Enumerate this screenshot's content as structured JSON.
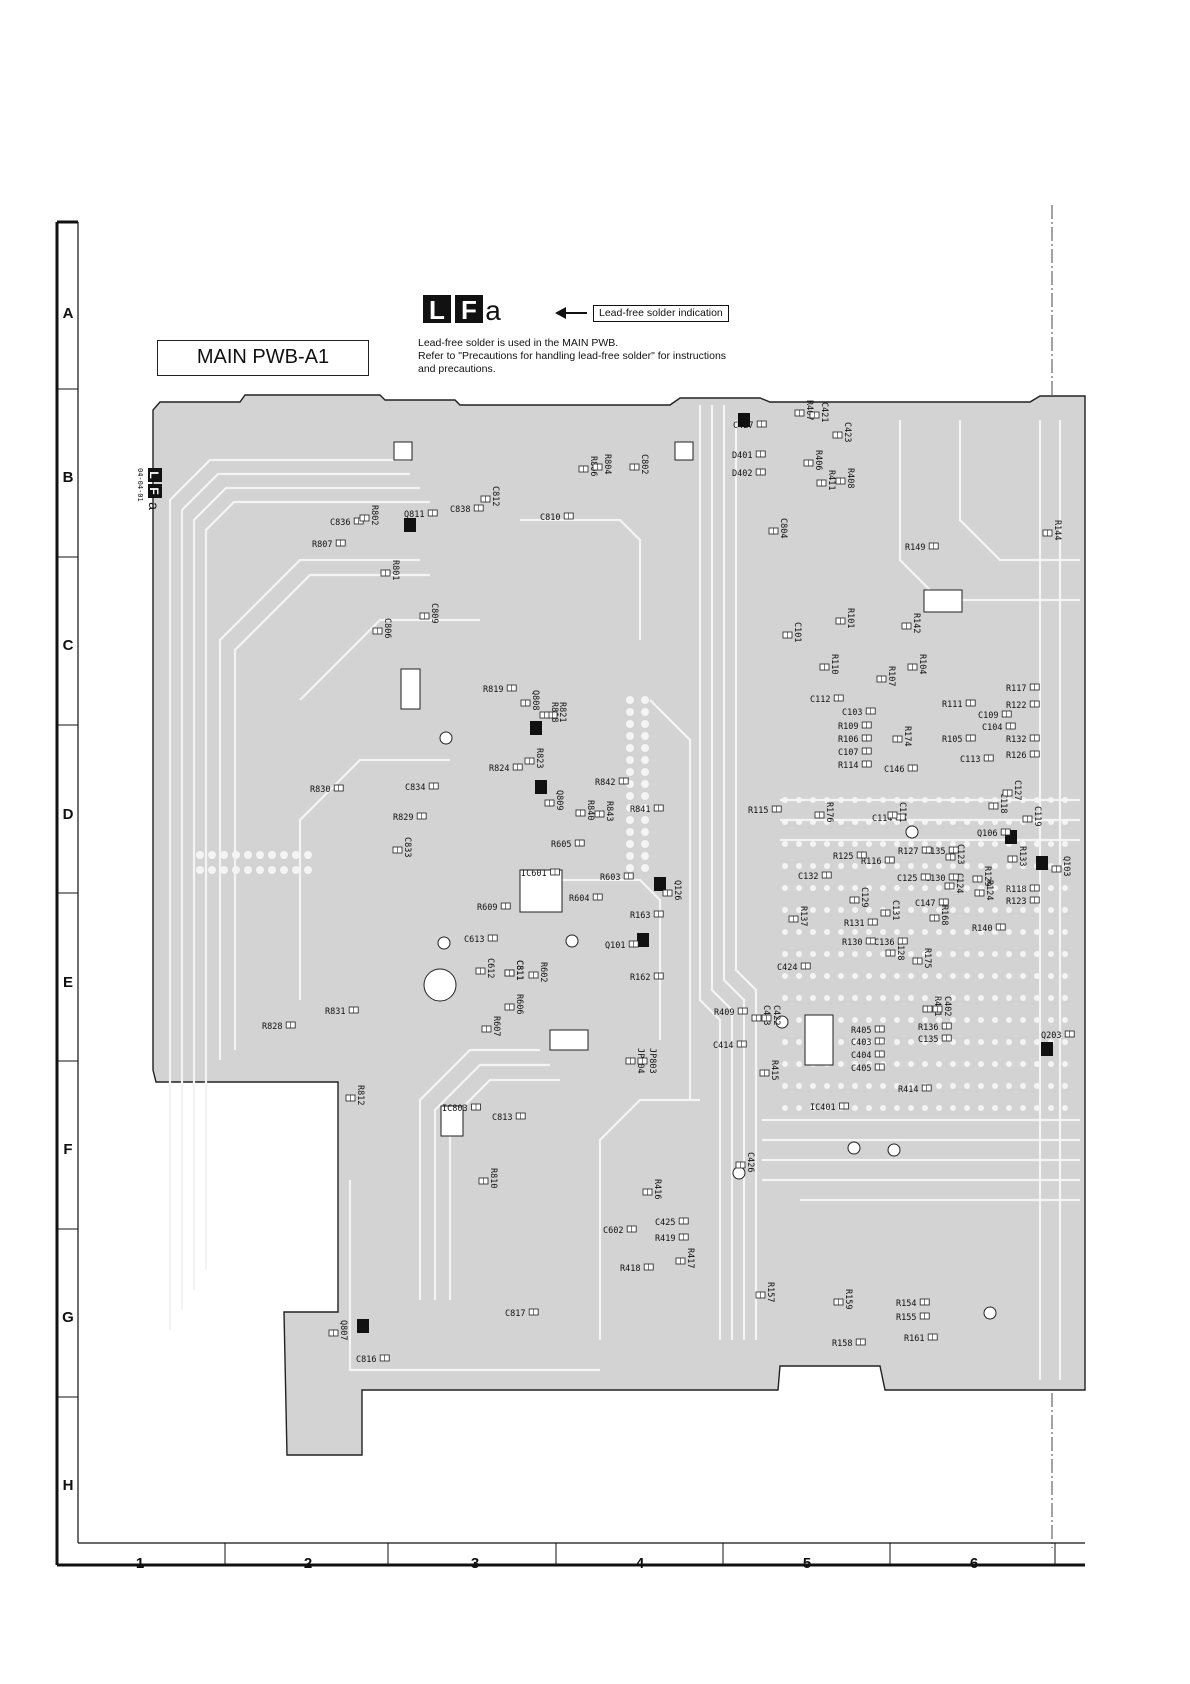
{
  "board_title": "MAIN PWB-A1",
  "lead_free": {
    "logo_letters": [
      "L",
      "F",
      "a"
    ],
    "indication_label": "Lead-free solder indication",
    "notes": [
      "Lead-free solder is used in the MAIN PWB.",
      "Refer to \"Precautions for handling lead-free solder\" for instructions",
      "and precautions."
    ]
  },
  "grid": {
    "rows": [
      "A",
      "B",
      "C",
      "D",
      "E",
      "F",
      "G",
      "H"
    ],
    "columns": [
      "1",
      "2",
      "3",
      "4",
      "5",
      "6"
    ]
  },
  "board_logo_letters": "LFa",
  "board_logo_code": "04-04-01",
  "components": [
    "C427",
    "D401",
    "D402",
    "R407",
    "C421",
    "R406",
    "C423",
    "R408",
    "R411",
    "R806",
    "R804",
    "C802",
    "C812",
    "C838",
    "C836",
    "R802",
    "Q811",
    "C810",
    "R807",
    "R801",
    "C804",
    "R144",
    "R149",
    "C806",
    "C809",
    "C101",
    "R101",
    "R110",
    "R142",
    "R107",
    "R104",
    "R819",
    "Q808",
    "R821",
    "R818",
    "C112",
    "C103",
    "R109",
    "R106",
    "C107",
    "R114",
    "C146",
    "R111",
    "C109",
    "R117",
    "R122",
    "R174",
    "C104",
    "R105",
    "R132",
    "C113",
    "R126",
    "R830",
    "C834",
    "R829",
    "R824",
    "R823",
    "Q809",
    "R842",
    "R843",
    "R840",
    "R841",
    "R115",
    "R176",
    "C114",
    "C111",
    "C118",
    "C127",
    "C119",
    "C833",
    "R605",
    "IC601",
    "R603",
    "R604",
    "Q126",
    "R127",
    "R135",
    "C123",
    "C124",
    "Q106",
    "R133",
    "Q103",
    "R125",
    "R116",
    "C132",
    "C125",
    "C130",
    "R129",
    "C129",
    "R124",
    "R118",
    "R123",
    "C131",
    "C147",
    "R168",
    "R609",
    "C613",
    "C612",
    "C811",
    "R602",
    "R163",
    "Q101",
    "R162",
    "R137",
    "R131",
    "R130",
    "C136",
    "R128",
    "R175",
    "R140",
    "R606",
    "C424",
    "C402",
    "R401",
    "R831",
    "R828",
    "R607",
    "R409",
    "C422",
    "C413",
    "R405",
    "R136",
    "C135",
    "C403",
    "C404",
    "C405",
    "Q203",
    "C414",
    "R415",
    "JP803",
    "JP804",
    "IC401",
    "R414",
    "R812",
    "C813",
    "IC803",
    "C811",
    "R810",
    "C426",
    "R416",
    "C602",
    "C425",
    "R419",
    "R417",
    "R418",
    "R157",
    "R159",
    "R154",
    "R155",
    "R158",
    "R161",
    "C817",
    "Q807",
    "C816"
  ]
}
